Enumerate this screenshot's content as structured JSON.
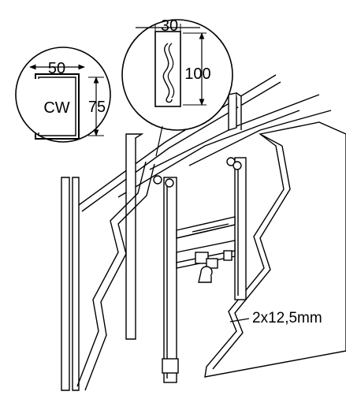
{
  "profile_detail": {
    "width_label": "50",
    "height_label": "75",
    "profile_label": "CW"
  },
  "wood_detail": {
    "width_label": "30",
    "height_label": "100"
  },
  "board_label": "2x12,5mm",
  "colors": {
    "line": "#000000",
    "background": "#ffffff"
  }
}
